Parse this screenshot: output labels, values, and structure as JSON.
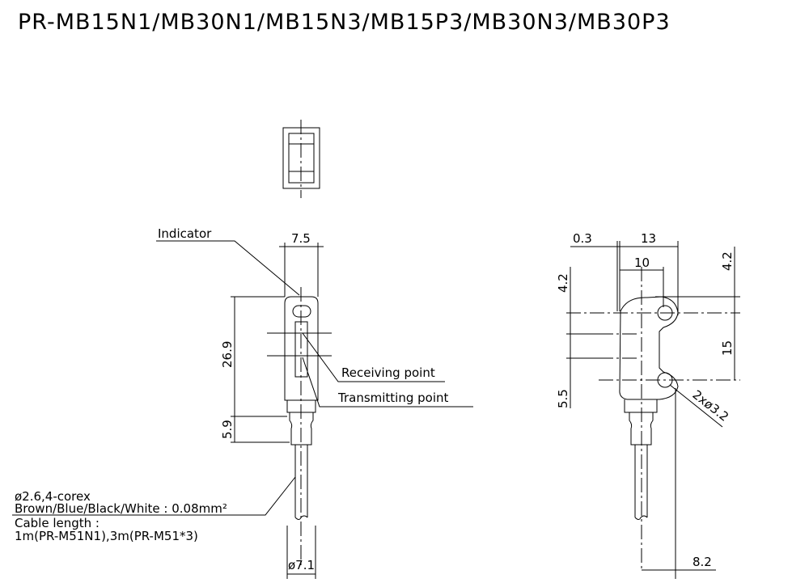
{
  "title": "PR-MB15N1/MB30N1/MB15N3/MB15P3/MB30N3/MB30P3",
  "front_view": {
    "indicator_label": "Indicator",
    "width_dim": "7.5",
    "height_dim": "26.9",
    "neck_dim": "5.9",
    "receiving_label": "Receiving point",
    "transmitting_label": "Transmitting point",
    "cable_dim": "ø7.1"
  },
  "cable_notes": {
    "line1": "ø2.6,4-corex",
    "line2": "Brown/Blue/Black/White : 0.08mm²",
    "line3": "Cable length :",
    "line4": "1m(PR-M51N1),3m(PR-M51*3)"
  },
  "side_view": {
    "offset_dim": "0.3",
    "width_dim": "13",
    "hole_dim": "10",
    "left_top_dim": "4.2",
    "left_bottom_dim": "5.5",
    "right_top_dim": "4.2",
    "hole_pitch_dim": "15",
    "hole_dia_dim": "2xø3.2",
    "cable_dim": "8.2"
  }
}
